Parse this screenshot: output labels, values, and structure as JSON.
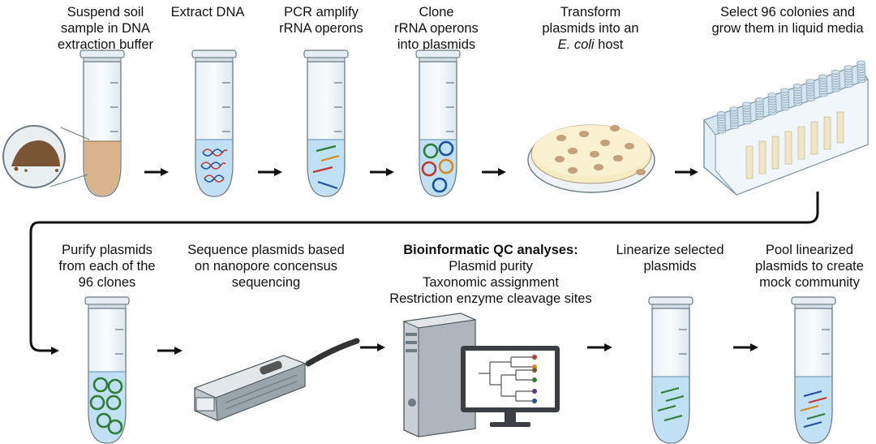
{
  "steps_row1": [
    {
      "id": "suspend",
      "lines": [
        "Suspend soil",
        "sample in DNA",
        "extraction buffer"
      ]
    },
    {
      "id": "extract",
      "lines": [
        "Extract DNA"
      ]
    },
    {
      "id": "pcr",
      "lines": [
        "PCR amplify",
        "rRNA operons"
      ]
    },
    {
      "id": "clone",
      "lines": [
        "Clone",
        "rRNA operons",
        "into plasmids"
      ]
    },
    {
      "id": "transform",
      "lines": [
        "Transform",
        "plasmids into an"
      ],
      "italic_prefix": "E. coli",
      "suffix": " host"
    },
    {
      "id": "select",
      "lines": [
        "Select 96 colonies and",
        "grow them in liquid media"
      ]
    }
  ],
  "steps_row2": [
    {
      "id": "purify",
      "lines": [
        "Purify plasmids",
        "from each of the",
        "96 clones"
      ]
    },
    {
      "id": "sequence",
      "lines": [
        "Sequence plasmids based",
        "on nanopore concensus",
        "sequencing"
      ]
    },
    {
      "id": "bioinfo",
      "heading": "Bioinformatic QC analyses:",
      "lines": [
        "Plasmid purity",
        "Taxonomic assignment",
        "Restriction enzyme cleavage sites"
      ]
    },
    {
      "id": "linearize",
      "lines": [
        "Linearize selected",
        "plasmids"
      ]
    },
    {
      "id": "pool",
      "lines": [
        "Pool linearized",
        "plasmids to create",
        "mock community"
      ]
    }
  ],
  "icons": [
    "soil-sample-icon",
    "microcentrifuge-tube-icon",
    "dna-helix-icon",
    "plasmid-icon",
    "petri-dish-icon",
    "96-well-plate-icon",
    "nanopore-sequencer-icon",
    "desktop-computer-icon",
    "phylogenetic-tree-icon",
    "arrow-icon"
  ],
  "colors": {
    "tube_liquid": "#bfe0f5",
    "tube_soil": "#d9b48c",
    "plate": "#dfeef7",
    "plasmid_green": "#2e7d32",
    "plasmid_blue": "#1e4fa0",
    "plasmid_red": "#c0392b",
    "plasmid_orange": "#d68a1a",
    "arrow": "#111111"
  }
}
